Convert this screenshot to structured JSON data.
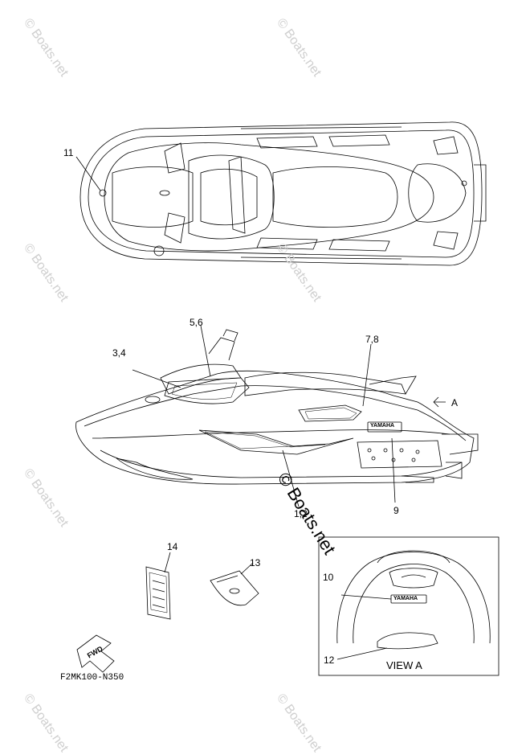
{
  "watermark": "© Boats.net",
  "callouts": {
    "c11": "11",
    "c56": "5,6",
    "c34": "3,4",
    "c78": "7,8",
    "arrowA": "A",
    "c9": "9",
    "c12a": "1,2",
    "c14": "14",
    "c13": "13",
    "c10": "10",
    "c12": "12"
  },
  "view_a_label": "VIEW A",
  "fwd_label": "FWD",
  "diagram_code": "F2MK100-N350",
  "brand_plate": "YAMAHA"
}
